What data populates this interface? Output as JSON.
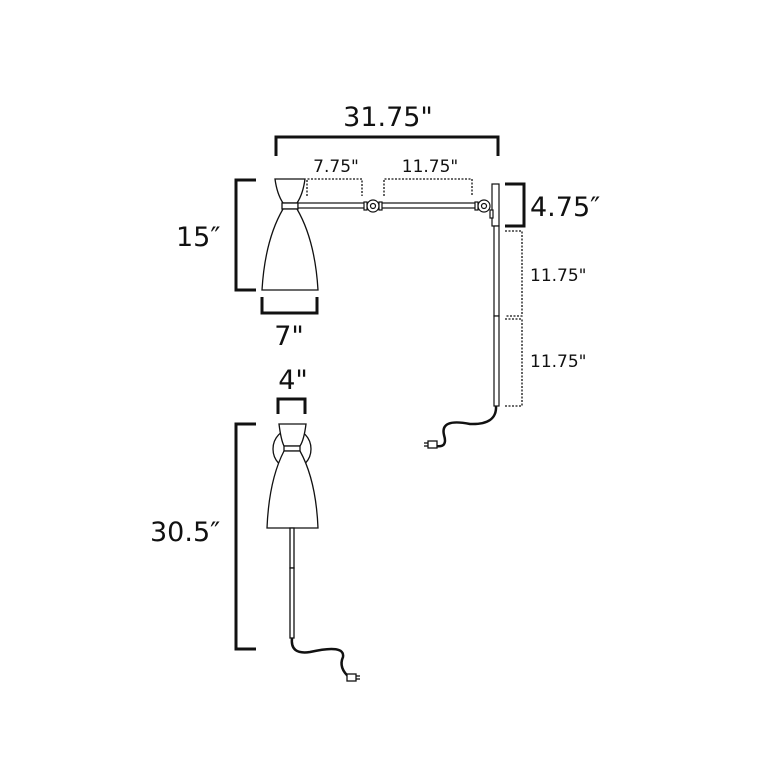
{
  "diagram": {
    "title": "Swing arm wall lamp dimensions",
    "colors": {
      "line": "#111111",
      "background": "#ffffff"
    },
    "side_view": {
      "overall_width": "31.75\"",
      "arm_segment_1": "7.75\"",
      "arm_segment_2": "11.75\"",
      "shade_height": "15″",
      "shade_width": "7\"",
      "backplate_height": "4.75″",
      "cord_cover_1": "11.75\"",
      "cord_cover_2": "11.75\""
    },
    "front_view": {
      "backplate_width": "4\"",
      "overall_height": "30.5″"
    }
  }
}
